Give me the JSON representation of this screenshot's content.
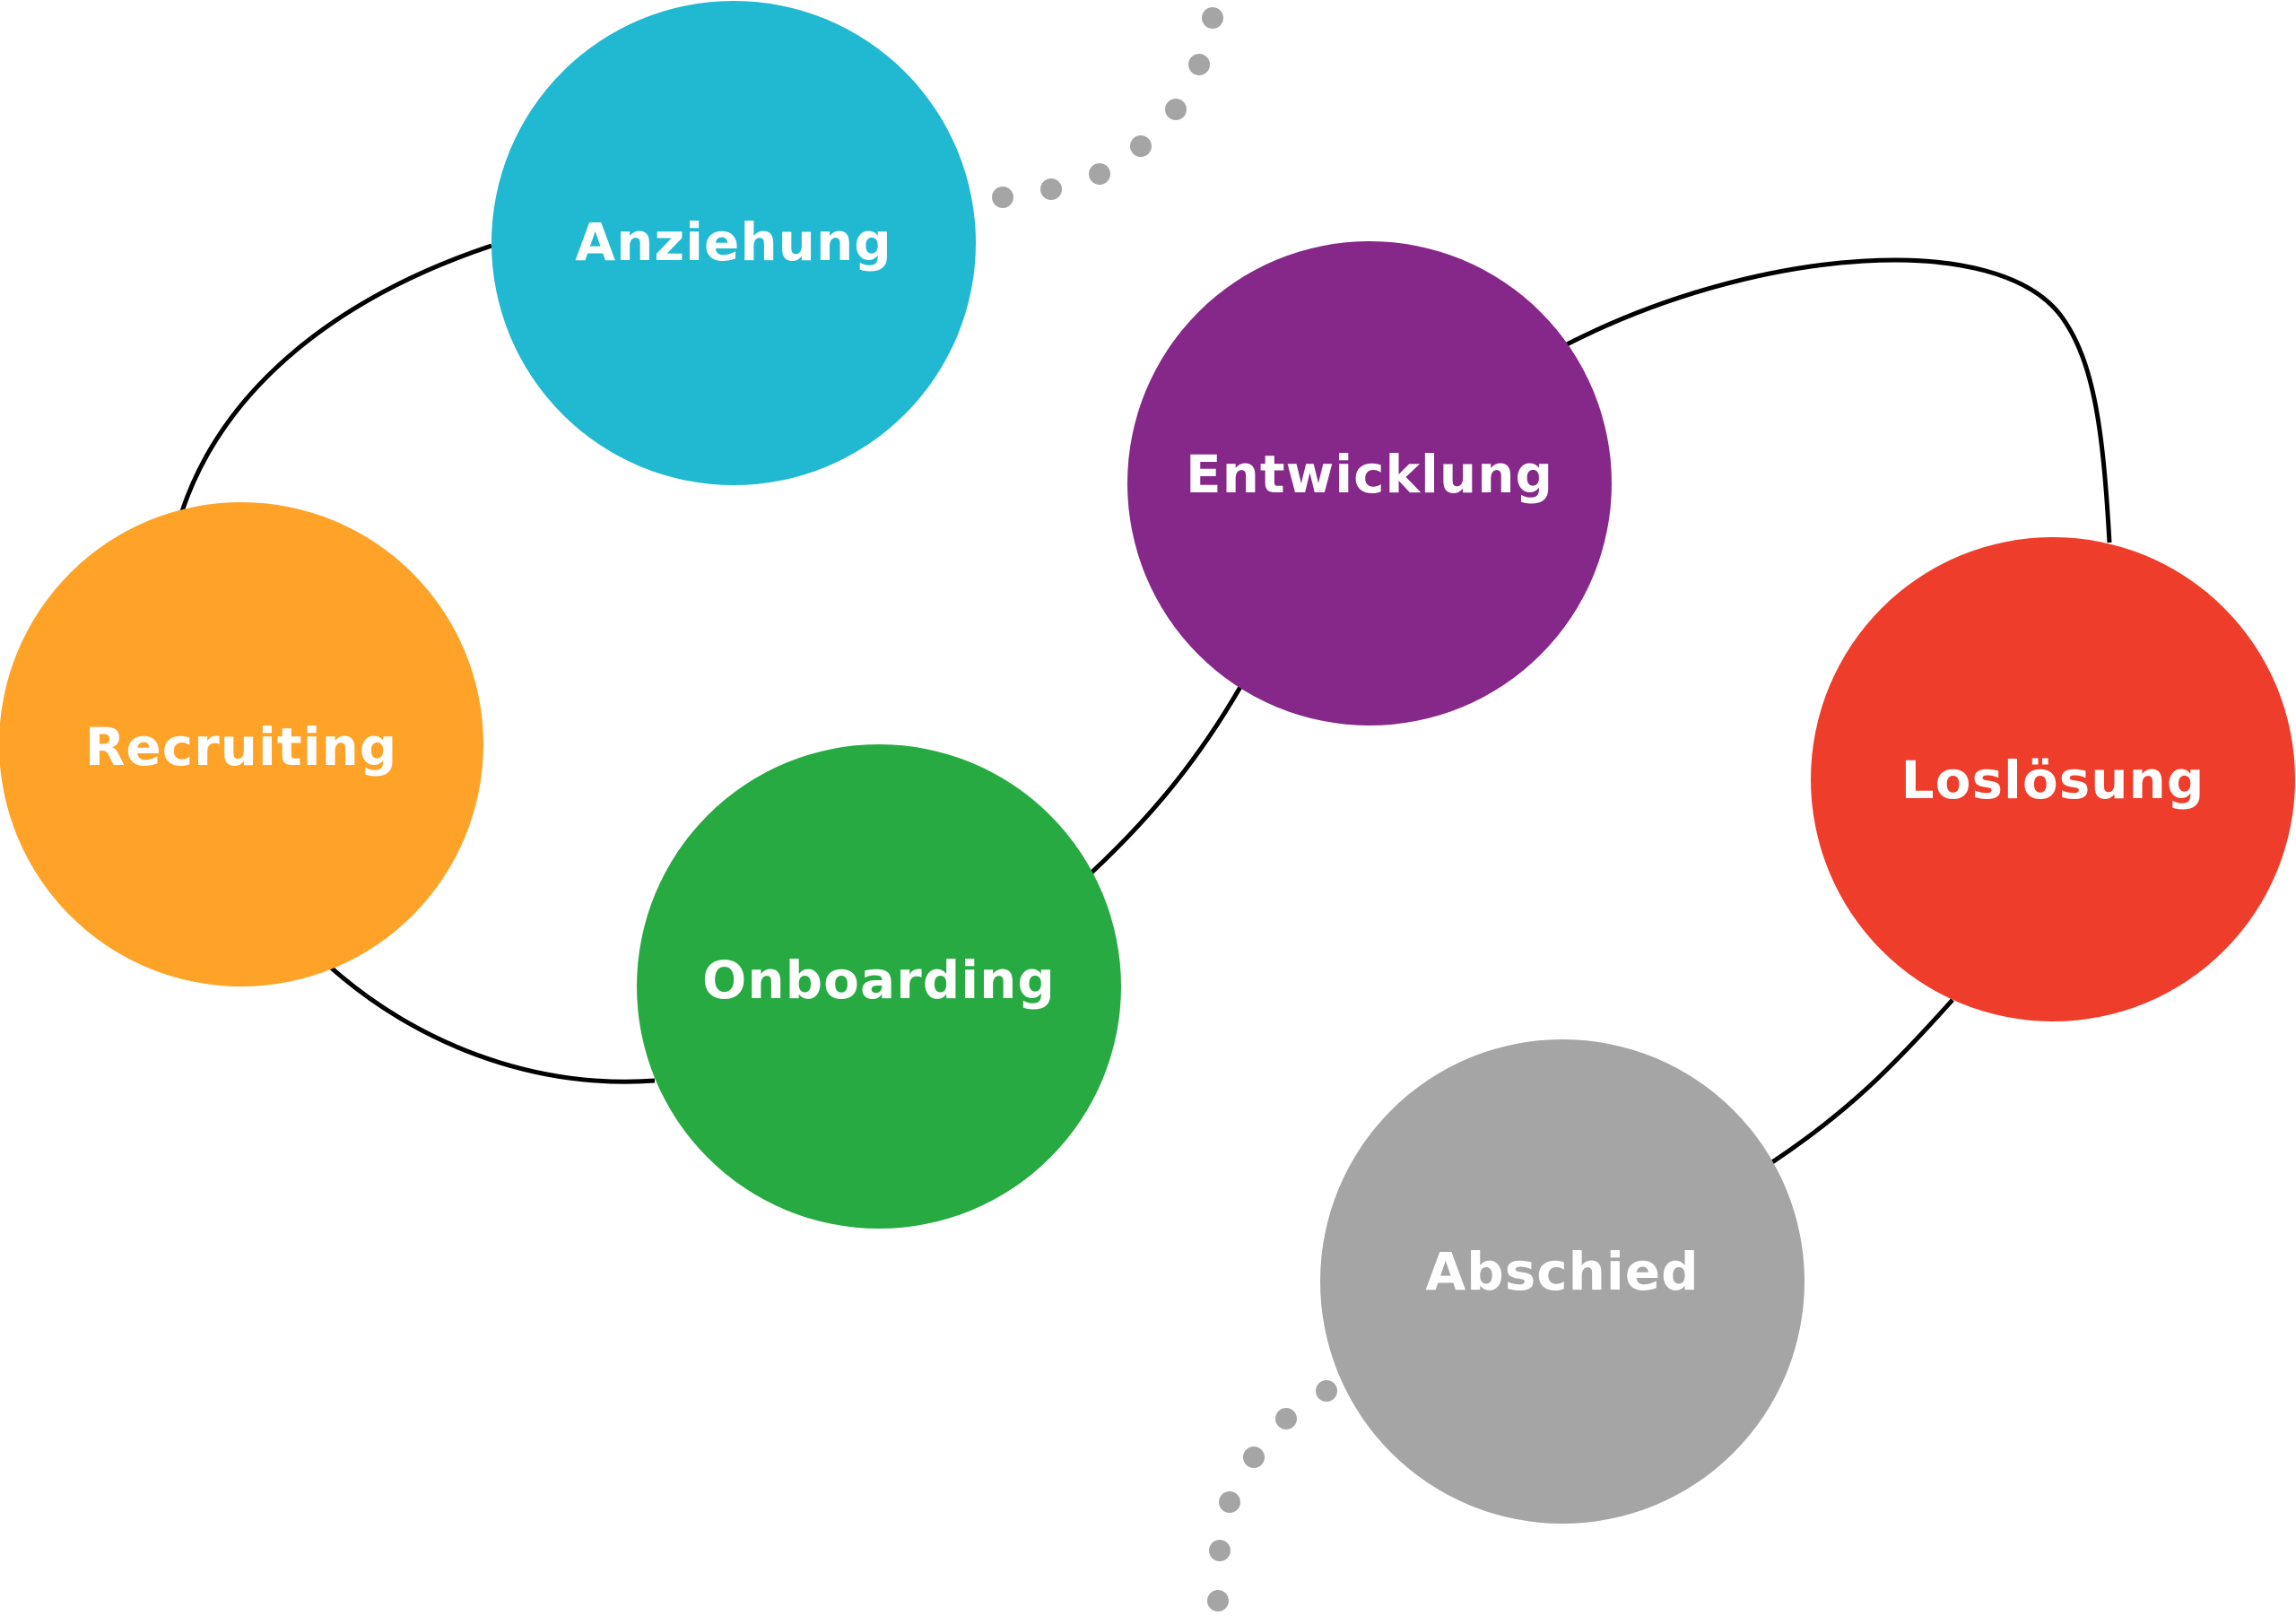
{
  "diagram": {
    "title": "",
    "connector_color": "#000000",
    "dot_color": "#a5a5a5",
    "stages": [
      {
        "id": "anziehung",
        "label": "Anziehung",
        "color": "#21b8d1"
      },
      {
        "id": "recruiting",
        "label": "Recruiting",
        "color": "#fea328"
      },
      {
        "id": "entwicklung",
        "label": "Entwicklung",
        "color": "#862889"
      },
      {
        "id": "onboarding",
        "label": "Onboarding",
        "color": "#27aa41"
      },
      {
        "id": "losloesung",
        "label": "Loslösung",
        "color": "#ef3d2b"
      },
      {
        "id": "abschied",
        "label": "Abschied",
        "color": "#a5a5a5"
      }
    ],
    "sequence": [
      "Anziehung",
      "Recruiting",
      "Onboarding",
      "Entwicklung",
      "Loslösung",
      "Abschied"
    ]
  }
}
